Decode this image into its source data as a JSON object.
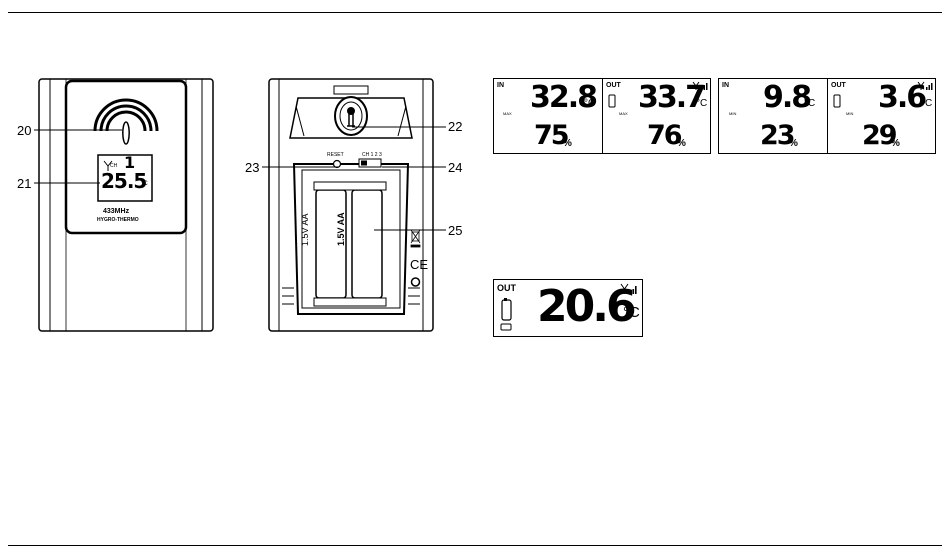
{
  "callouts": {
    "c20": "20",
    "c21": "21",
    "c22": "22",
    "c23": "23",
    "c24": "24",
    "c25": "25"
  },
  "sensor_front": {
    "channel_label": "CH",
    "channel_value": "1",
    "temp_value": "25.5",
    "temp_unit": "°C",
    "freq": "433MHz",
    "model": "HYGRO-THERMO"
  },
  "sensor_back": {
    "reset_label": "RESET",
    "ch_label": "CH 1 2 3",
    "battery_1": "1.5V AA",
    "battery_2": "1.5V AA",
    "ce_mark": "CE"
  },
  "lcd_panels": [
    {
      "mode": "IN",
      "tag": "MAX",
      "temp": "32.8",
      "unit": "°C",
      "hum": "75",
      "hum_unit": "%"
    },
    {
      "mode": "OUT",
      "tag": "MAX",
      "temp": "33.7",
      "unit": "°C",
      "hum": "76",
      "hum_unit": "%"
    },
    {
      "mode": "IN",
      "tag": "MIN",
      "temp": "9.8",
      "unit": "°C",
      "hum": "23",
      "hum_unit": "%"
    },
    {
      "mode": "OUT",
      "tag": "MIN",
      "temp": "3.6",
      "unit": "°C",
      "hum": "29",
      "hum_unit": "%"
    }
  ],
  "lcd_out": {
    "mode": "OUT",
    "temp": "20.6",
    "unit": "°C"
  }
}
